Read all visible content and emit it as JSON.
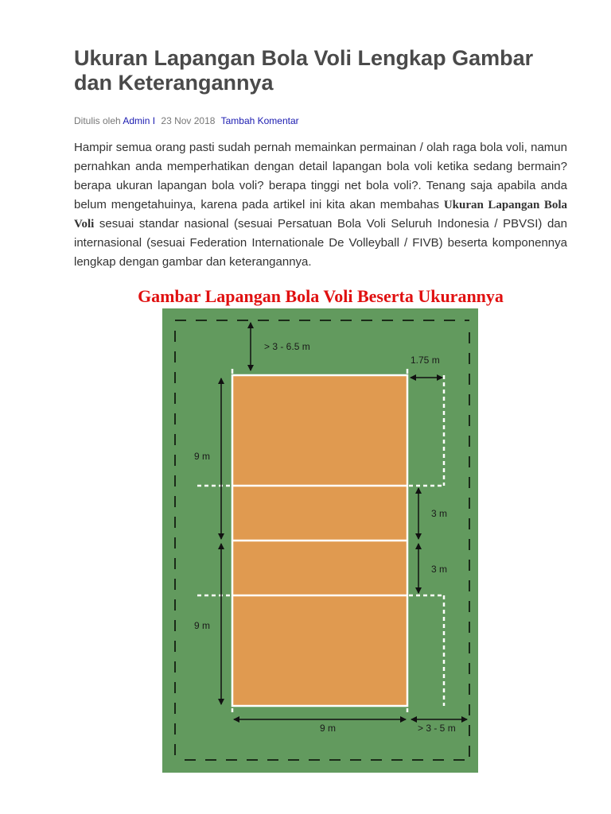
{
  "article": {
    "title": "Ukuran Lapangan Bola Voli Lengkap Gambar dan Keterangannya",
    "meta": {
      "prefix": "Ditulis oleh",
      "author": "Admin I",
      "date": "23 Nov 2018",
      "comment_link": "Tambah Komentar"
    },
    "paragraph": {
      "part1": "Hampir semua orang pasti sudah pernah memainkan permainan / olah raga bola voli, namun pernahkan anda memperhatikan dengan detail lapangan bola voli ketika sedang bermain? berapa ukuran lapangan bola voli? berapa tinggi net bola voli?. Tenang saja apabila anda belum mengetahuinya, karena pada artikel ini kita akan membahas ",
      "bold": "Ukuran Lapangan Bola Voli",
      "part2": " sesuai standar nasional (sesuai Persatuan Bola Voli Seluruh Indonesia / PBVSI) dan internasional (sesuai Federation Internationale De Volleyball / FIVB) beserta komponennya lengkap dengan gambar dan keterangannya."
    }
  },
  "figure": {
    "title": "Gambar Lapangan Bola Voli Beserta Ukurannya",
    "colors": {
      "field": "#629a5e",
      "court": "#e09a50",
      "lines": "#ffffff",
      "title": "#e01010"
    },
    "labels": {
      "free_zone_end": "> 3 - 6.5 m",
      "substitution_zone": "1.75 m",
      "half_length_top": "9 m",
      "half_length_bottom": "9 m",
      "attack_zone_top": "3 m",
      "attack_zone_bottom": "3 m",
      "court_width": "9 m",
      "free_zone_side": "> 3 - 5 m"
    }
  }
}
